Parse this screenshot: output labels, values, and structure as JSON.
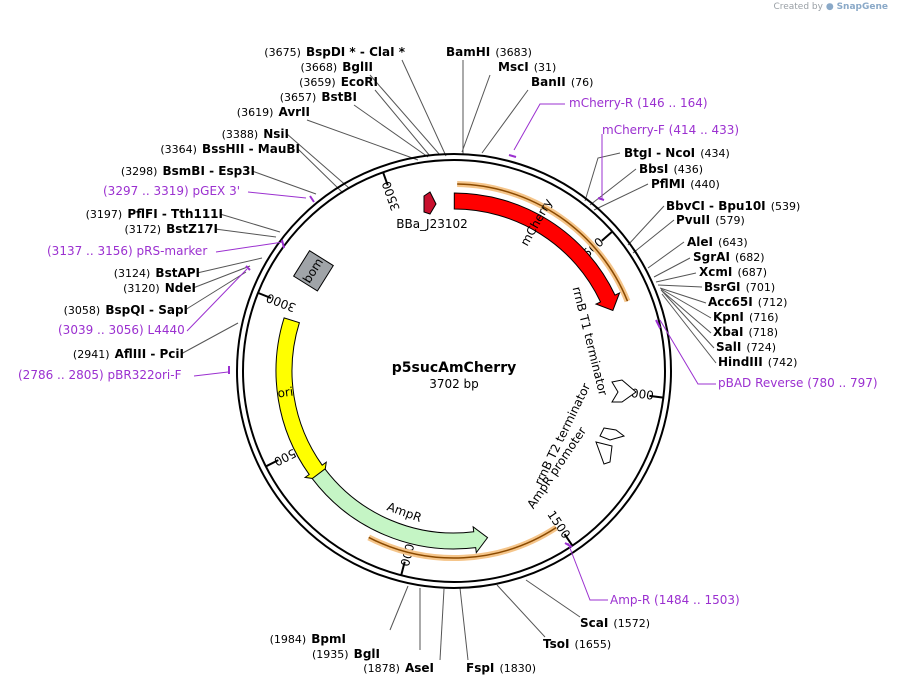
{
  "credit": {
    "prefix": "Created by",
    "brand": "SnapGene"
  },
  "plasmid": {
    "name": "p5sucAmCherry",
    "length_label": "3702 bp",
    "length": 3702
  },
  "ticks": [
    {
      "label": "500",
      "pos": 500
    },
    {
      "label": "1000",
      "pos": 1000
    },
    {
      "label": "1500",
      "pos": 1500
    },
    {
      "label": "2000",
      "pos": 2000
    },
    {
      "label": "2500",
      "pos": 2500
    },
    {
      "label": "3000",
      "pos": 3000
    },
    {
      "label": "3500",
      "pos": 3500
    }
  ],
  "features": [
    {
      "label": "mCherry",
      "start": 1,
      "end": 711,
      "color": "#ff0000",
      "type": "cds"
    },
    {
      "label": "BBa_J23102",
      "start": 3620,
      "end": 3655,
      "color": "#c8102e",
      "type": "promoter"
    },
    {
      "label": "bom",
      "start": 3300,
      "end": 3160,
      "color": "#a0a4a8",
      "type": "box"
    },
    {
      "label": "ori",
      "start": 2955,
      "end": 2366,
      "color": "#ffff00",
      "type": "cds"
    },
    {
      "label": "AmpR",
      "start": 1734,
      "end": 2394,
      "color": "#c5f5c5",
      "type": "cds"
    },
    {
      "label": "AmpR promoter",
      "start": 1630,
      "end": 1734,
      "color": "#ffffff",
      "type": "arrow"
    },
    {
      "label": "rrnB T1 terminator",
      "start": 1035,
      "end": 1120,
      "color": "#ffffff",
      "type": "arrow"
    },
    {
      "label": "rrnB T2 terminator",
      "start": 1250,
      "end": 1300,
      "color": "#ffffff",
      "type": "arrow"
    }
  ],
  "orange_arcs": [
    {
      "start": 10,
      "end": 700
    },
    {
      "start": 1510,
      "end": 2130
    }
  ],
  "primers": [
    {
      "name": "mCherry-R",
      "range": "(146 .. 164)"
    },
    {
      "name": "mCherry-F",
      "range": "(414 .. 433)"
    },
    {
      "name": "pBAD Reverse",
      "range": "(780 .. 797)"
    },
    {
      "name": "Amp-R",
      "range": "(1484 .. 1503)"
    },
    {
      "name": "pGEX 3'",
      "range": "(3297 .. 3319)"
    },
    {
      "name": "pRS-marker",
      "range": "(3137 .. 3156)"
    },
    {
      "name": "L4440",
      "range": "(3039 .. 3056)"
    },
    {
      "name": "pBR322ori-F",
      "range": "(2786 .. 2805)"
    }
  ],
  "enzymes_right": [
    {
      "names": [
        "BamHI"
      ],
      "pos": "(3683)"
    },
    {
      "names": [
        "MscI"
      ],
      "pos": "(31)"
    },
    {
      "names": [
        "BanII"
      ],
      "pos": "(76)"
    },
    {
      "names": [
        "BtgI",
        "NcoI"
      ],
      "pos": "(434)"
    },
    {
      "names": [
        "BbsI"
      ],
      "pos": "(436)"
    },
    {
      "names": [
        "PflMI"
      ],
      "pos": "(440)"
    },
    {
      "names": [
        "BbvCI",
        "Bpu10I"
      ],
      "pos": "(539)"
    },
    {
      "names": [
        "PvuII"
      ],
      "pos": "(579)"
    },
    {
      "names": [
        "AleI"
      ],
      "pos": "(643)"
    },
    {
      "names": [
        "SgrAI"
      ],
      "pos": "(682)"
    },
    {
      "names": [
        "XcmI"
      ],
      "pos": "(687)"
    },
    {
      "names": [
        "BsrGI"
      ],
      "pos": "(701)"
    },
    {
      "names": [
        "Acc65I"
      ],
      "pos": "(712)"
    },
    {
      "names": [
        "KpnI"
      ],
      "pos": "(716)"
    },
    {
      "names": [
        "XbaI"
      ],
      "pos": "(718)"
    },
    {
      "names": [
        "SalI"
      ],
      "pos": "(724)"
    },
    {
      "names": [
        "HindIII"
      ],
      "pos": "(742)"
    }
  ],
  "enzymes_left": [
    {
      "names": [
        "BspDI *",
        "ClaI *"
      ],
      "pos": "(3675)"
    },
    {
      "names": [
        "BglII"
      ],
      "pos": "(3668)"
    },
    {
      "names": [
        "EcoRI"
      ],
      "pos": "(3659)"
    },
    {
      "names": [
        "BstBI"
      ],
      "pos": "(3657)"
    },
    {
      "names": [
        "AvrII"
      ],
      "pos": "(3619)"
    },
    {
      "names": [
        "NsiI"
      ],
      "pos": "(3388)"
    },
    {
      "names": [
        "BssHII",
        "MauBI"
      ],
      "pos": "(3364)"
    },
    {
      "names": [
        "BsmBI",
        "Esp3I"
      ],
      "pos": "(3298)"
    },
    {
      "names": [
        "PflFI",
        "Tth111I"
      ],
      "pos": "(3197)"
    },
    {
      "names": [
        "BstZ17I"
      ],
      "pos": "(3172)"
    },
    {
      "names": [
        "BstAPI"
      ],
      "pos": "(3124)"
    },
    {
      "names": [
        "NdeI"
      ],
      "pos": "(3120)"
    },
    {
      "names": [
        "BspQI",
        "SapI"
      ],
      "pos": "(3058)"
    },
    {
      "names": [
        "AflIII",
        "PciI"
      ],
      "pos": "(2941)"
    }
  ],
  "enzymes_bottom": [
    {
      "names": [
        "ScaI"
      ],
      "pos": "(1572)"
    },
    {
      "names": [
        "TsoI"
      ],
      "pos": "(1655)"
    },
    {
      "names": [
        "FspI"
      ],
      "pos": "(1830)"
    },
    {
      "names": [
        "AseI"
      ],
      "pos": "(1878)"
    },
    {
      "names": [
        "BglI"
      ],
      "pos": "(1935)"
    },
    {
      "names": [
        "BpmI"
      ],
      "pos": "(1984)"
    }
  ]
}
